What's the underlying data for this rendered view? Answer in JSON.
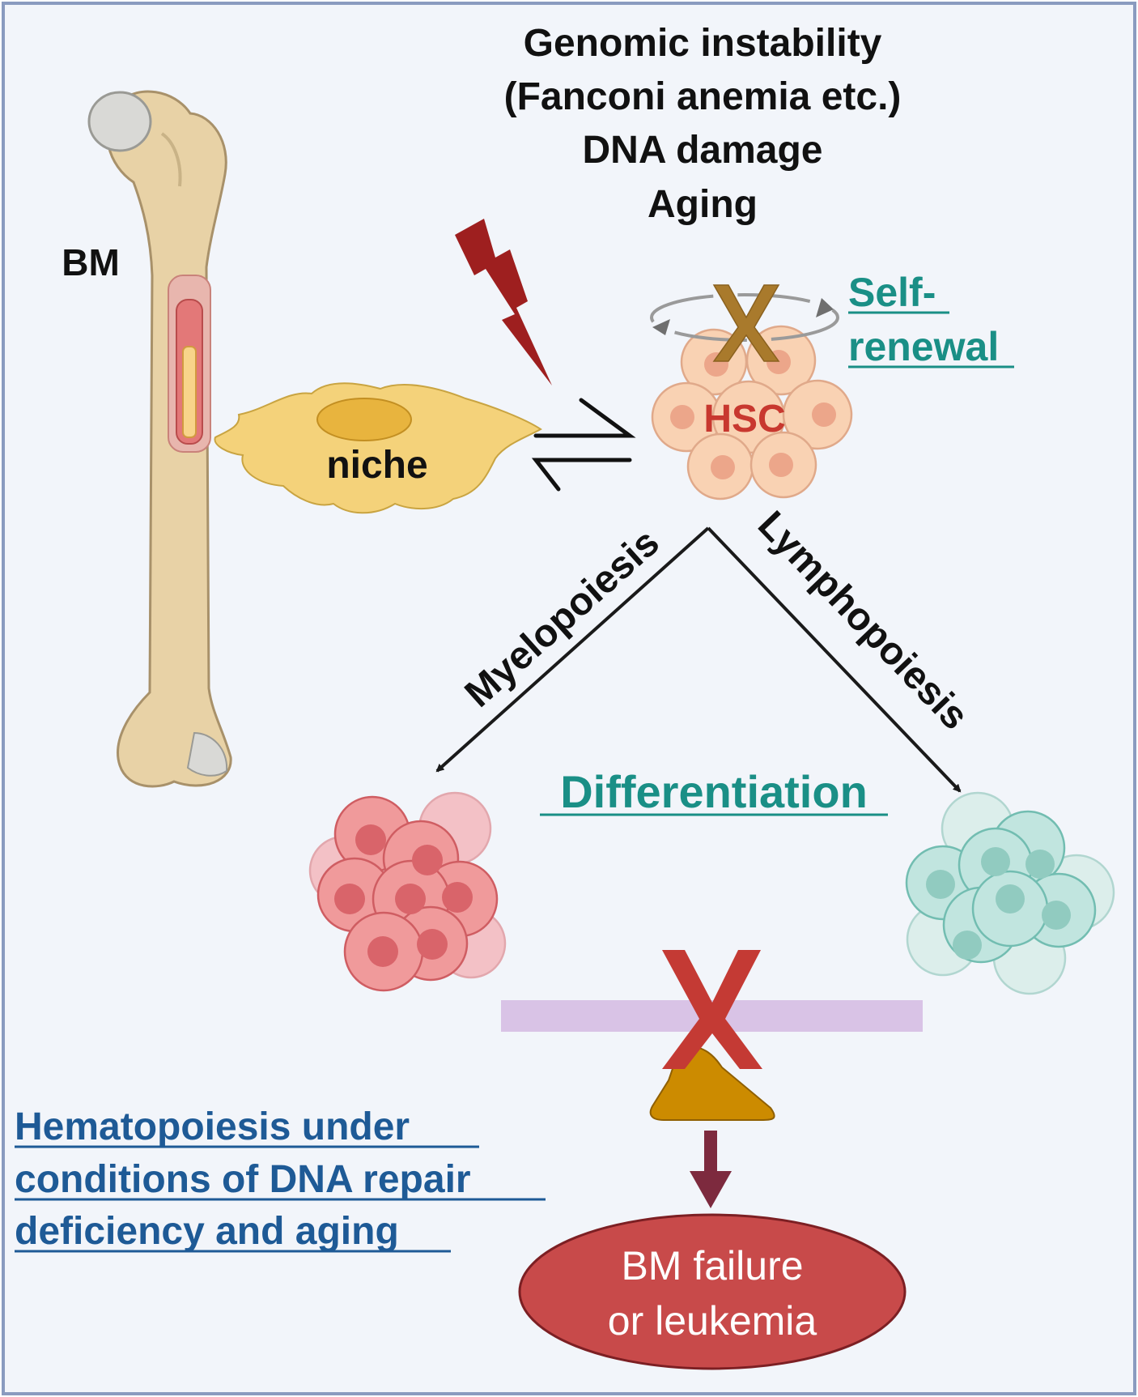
{
  "figure": {
    "stressors": [
      "Genomic instability",
      "(Fanconi anemia etc.)",
      "DNA damage",
      "Aging"
    ],
    "bm_label": "BM",
    "niche_label": "niche",
    "hsc_label": "HSC",
    "self_renewal": [
      "Self-",
      "renewal"
    ],
    "myelopoiesis_label": "Myelopoiesis",
    "lymphopoiesis_label": "Lymphopoiesis",
    "differentiation_label": "Differentiation",
    "caption": [
      "Hematopoiesis under",
      "conditions of DNA repair",
      "deficiency and aging"
    ],
    "outcome": [
      "BM failure",
      "or leukemia"
    ],
    "icons": {
      "bone": "femur-bone-icon",
      "lightning": "lightning-bolt-icon",
      "equilibrium": "equilibrium-arrows-icon",
      "blocked_cycle": "blocked-cycle-icon",
      "balance": "broken-balance-icon",
      "down_arrow": "down-arrow-icon"
    }
  },
  "colors": {
    "background": "#f2f5fa",
    "border": "#8a9bbf",
    "teal": "#1a8f86",
    "navy": "#1e5a96",
    "hsc_red": "#c8382f",
    "x_red": "#c43a34",
    "x_gold": "#a97a2c",
    "bolt": "#9e1f1f",
    "niche": "#f4d27a",
    "beam": "#d9c3e6",
    "fulcrum": "#cc8b00",
    "outcome_fill": "#c84a4a",
    "arrow_maroon": "#7d2a3e"
  }
}
